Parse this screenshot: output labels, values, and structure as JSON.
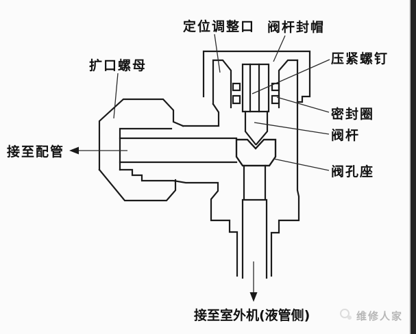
{
  "labels": {
    "positioning_port": "定位调整口",
    "stem_seal_cap": "阀杆封帽",
    "compression_screw": "压紧螺钉",
    "seal_ring": "密封圈",
    "valve_stem": "阀杆",
    "valve_seat": "阀孔座",
    "flare_nut": "扩口螺母",
    "to_piping": "接至配管",
    "to_outdoor_unit": "接至室外机(液管侧)"
  },
  "watermark": {
    "text": "维修人家"
  },
  "colors": {
    "line": "#1a1a1a",
    "background": "#fbfbfb",
    "watermark": "#b7b7b7",
    "edge_strip": "#242424"
  }
}
